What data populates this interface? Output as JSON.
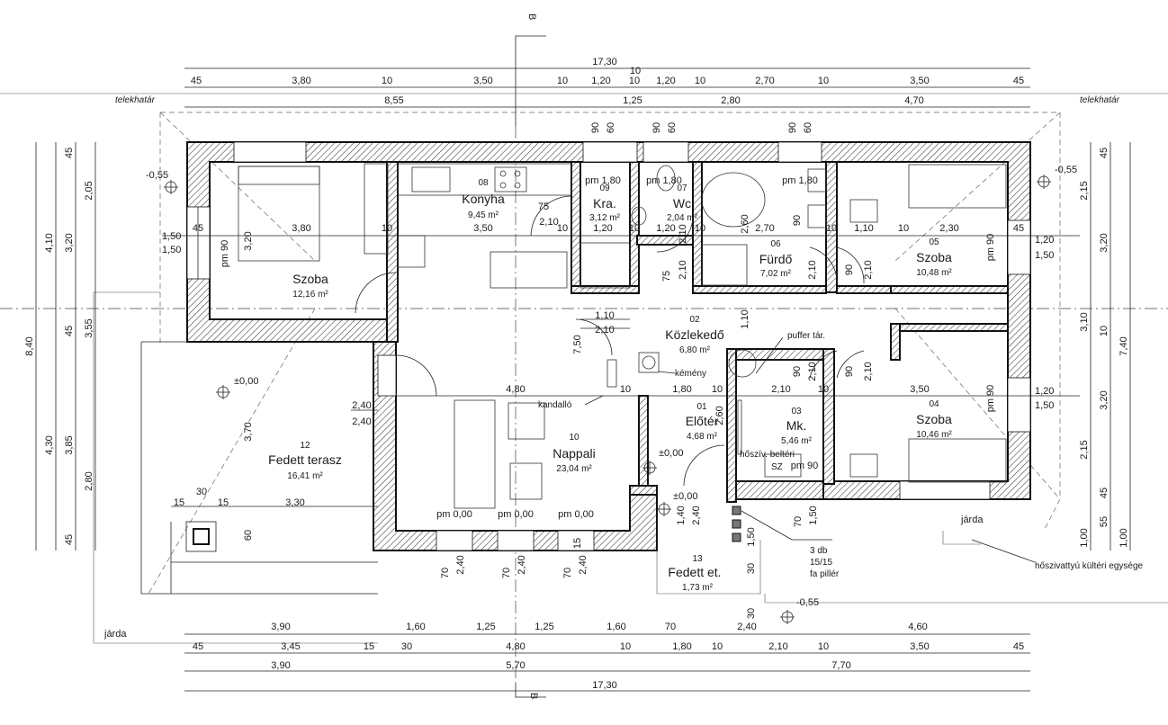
{
  "section_marks": [
    "B",
    "B"
  ],
  "boundary_labels": {
    "left": "telekhatár",
    "right": "telekhatár"
  },
  "dims_top": {
    "overall": "17,30",
    "overall_sub": "10",
    "row1": [
      "45",
      "3,80",
      "10",
      "3,50",
      "10",
      "1,20",
      "10",
      "1,20",
      "10",
      "2,70",
      "10",
      "3,50",
      "45"
    ],
    "row2": [
      "8,55",
      "1,25",
      "2,80",
      "4,70"
    ],
    "wall_marks": [
      "90",
      "60",
      "90",
      "60",
      "90",
      "60"
    ]
  },
  "dims_left": {
    "overall": "8,40",
    "group_a": [
      "4,10",
      "4,30"
    ],
    "group_b": [
      "45",
      "3,20",
      "45",
      "3,85",
      "45"
    ],
    "group_c": [
      "2,05",
      "3,55",
      "2,80"
    ],
    "window": [
      "1,50",
      "1,50"
    ]
  },
  "dims_right": {
    "overall": "7,40",
    "group_a": [
      "2,15",
      "3,10",
      "2,15"
    ],
    "group_b": [
      "45",
      "3,20",
      "10",
      "3,20",
      "45"
    ],
    "group_c": [
      "1,00",
      "55",
      "1,00"
    ],
    "window": [
      "1,20",
      "1,50",
      "1,20",
      "1,50"
    ]
  },
  "dims_bottom": {
    "row1": [
      "3,90",
      "1,60",
      "1,25",
      "1,25",
      "1,60",
      "70",
      "2,40",
      "4,60"
    ],
    "row2": [
      "45",
      "3,45",
      "15",
      "30",
      "4,80",
      "10",
      "1,80",
      "10",
      "2,10",
      "10",
      "3,50",
      "45"
    ],
    "row3": [
      "3,90",
      "5,70",
      "7,70"
    ],
    "overall": "17,30"
  },
  "rooms": [
    {
      "num": "08",
      "name": "Konyha",
      "area": "9,45 m²"
    },
    {
      "num": "09",
      "name": "Kra.",
      "area": "3,12 m²"
    },
    {
      "num": "07",
      "name": "Wc",
      "area": "2,04 m²"
    },
    {
      "num": "06",
      "name": "Fürdő",
      "area": "7,02 m²"
    },
    {
      "num": "05",
      "name": "Szoba",
      "area": "10,48 m²"
    },
    {
      "num": "",
      "name": "Szoba",
      "area": "12,16 m²"
    },
    {
      "num": "02",
      "name": "Közlekedő",
      "area": "6,80 m²"
    },
    {
      "num": "03",
      "name": "Mk.",
      "area": "5,46 m²"
    },
    {
      "num": "04",
      "name": "Szoba",
      "area": "10,46 m²"
    },
    {
      "num": "01",
      "name": "Előtér",
      "area": "4,68 m²"
    },
    {
      "num": "10",
      "name": "Nappali",
      "area": "23,04 m²"
    },
    {
      "num": "12",
      "name": "Fedett terasz",
      "area": "16,41 m²"
    },
    {
      "num": "13",
      "name": "Fedett et.",
      "area": "1,73 m²"
    }
  ],
  "interior_dims": {
    "row_a": [
      "45",
      "3,80",
      "10",
      "3,50",
      "10",
      "1,20",
      "10",
      "1,20",
      "10",
      "2,70",
      "10",
      "1,10",
      "10",
      "2,30",
      "45"
    ],
    "row_b": [
      "4,80",
      "10",
      "1,80",
      "10",
      "2,10",
      "10",
      "3,50"
    ],
    "misc": [
      "1,10",
      "2,10",
      "2,40",
      "2,40",
      "3,70",
      "3,20",
      "2,60",
      "2,60",
      "1,10",
      "7,50",
      "75",
      "2,10",
      "2,10",
      "90",
      "2,10",
      "90",
      "2,10",
      "15",
      "30",
      "15",
      "3,30",
      "60"
    ]
  },
  "parapets": [
    "pm 1,80",
    "pm 1,80",
    "pm 1,80",
    "pm 90",
    "pm 90",
    "pm 90",
    "pm 90",
    "pm 0,00",
    "pm 0,00",
    "pm 0,00"
  ],
  "levels": [
    "-0,55",
    "-0,55",
    "±0,00",
    "±0,00",
    "±0,00",
    "-0,55"
  ],
  "door_marks": [
    "70",
    "2,40",
    "70",
    "2,40",
    "70",
    "2,40",
    "15",
    "1,40",
    "2,40",
    "70",
    "1,50",
    "1,50",
    "30",
    "30",
    "90",
    "2,10",
    "75",
    "2,10",
    "90",
    "2,10"
  ],
  "annotations": {
    "chimney": "kémény",
    "fireplace": "kandalló",
    "buffer_tank": "puffer tár.",
    "heatpump_indoor": "hőszív. beltéri",
    "sz": "SZ",
    "pillar_count": "3 db",
    "pillar_size": "15/15",
    "pillar_type": "fa pillér",
    "walkway_right": "járda",
    "walkway_left": "járda",
    "heatpump_outdoor": "hőszivattyú kültéri egysége"
  },
  "colors": {
    "line": "#111111",
    "hatch": "#444444"
  }
}
